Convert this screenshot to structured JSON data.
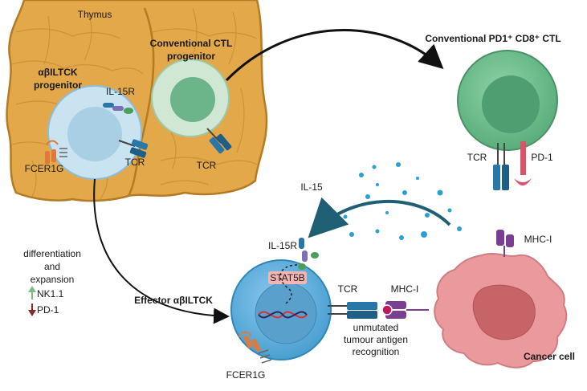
{
  "thymus": {
    "label": "Thymus"
  },
  "conventional_progenitor": {
    "line1": "Conventional CTL",
    "line2": "progenitor"
  },
  "ab_progenitor": {
    "line1": "αβILTCK",
    "line2": "progenitor"
  },
  "labels": {
    "il15r_top": "IL-15R",
    "tcr_progenitor_ab": "TCR",
    "tcr_progenitor_conv": "TCR",
    "fcer1g_top": "FCER1G",
    "conv_ctl_title": "Conventional PD1⁺ CD8⁺ CTL",
    "tcr_ctl": "TCR",
    "pd1": "PD-1",
    "il15": "IL-15",
    "mhc_top": "MHC-I",
    "il15r_effector": "IL-15R",
    "stat5b": "STAT5B",
    "effector_title": "Effector αβILTCK",
    "tcr_effector": "TCR",
    "mhc_effector": "MHC-I",
    "recognition_line1": "unmutated",
    "recognition_line2": "tumour antigen",
    "recognition_line3": "recognition",
    "cancer_cell": "Cancer cell",
    "fcer1g_effector": "FCER1G",
    "diff_line1": "differentiation",
    "diff_line2": "and",
    "diff_line3": "expansion",
    "nk11": "NK1.1",
    "pd1_down": "PD-1"
  },
  "colors": {
    "thymus_fill": "#e3a84a",
    "thymus_stroke": "#b57a22",
    "ab_cell": "#c9e3f0",
    "conv_cell": "#bfe0c8",
    "conv_nucleus": "#5aad7d",
    "effector_cell": "#6fb7e0",
    "cancer_cell": "#ea9a9c",
    "tcr_blue": "#2877a8",
    "mhc_purple": "#7b3f91",
    "il15_dot": "#2a9fd8",
    "arrow_teal": "#1f5f74",
    "pd1_red": "#d9536a",
    "stat5b_fill": "#f4b6b4"
  }
}
